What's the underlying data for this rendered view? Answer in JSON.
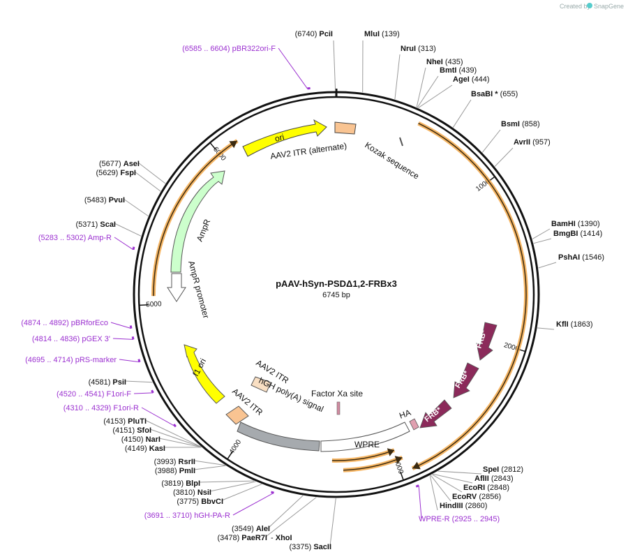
{
  "credit": {
    "created_by": "Created by",
    "brand": "SnapGene"
  },
  "plasmid": {
    "name": "pAAV-hSyn-PSDΔ1,2-FRBx3",
    "length_label": "6745 bp"
  },
  "ticks": [
    "1000",
    "2000",
    "3000",
    "4000",
    "5000",
    "6000"
  ],
  "sites": [
    {
      "name": "PciI",
      "pos": "(6740)"
    },
    {
      "name": "MluI",
      "pos": "(139)"
    },
    {
      "name": "NruI",
      "pos": "(313)"
    },
    {
      "name": "NheI",
      "pos": "(435)"
    },
    {
      "name": "BmtI",
      "pos": "(439)"
    },
    {
      "name": "AgeI",
      "pos": "(444)"
    },
    {
      "name": "BsaBI *",
      "pos": "(655)"
    },
    {
      "name": "BsmI",
      "pos": "(858)"
    },
    {
      "name": "AvrII",
      "pos": "(957)"
    },
    {
      "name": "BamHI",
      "pos": "(1390)"
    },
    {
      "name": "BmgBI",
      "pos": "(1414)"
    },
    {
      "name": "PshAI",
      "pos": "(1546)"
    },
    {
      "name": "KflI",
      "pos": "(1863)"
    },
    {
      "name": "SpeI",
      "pos": "(2812)"
    },
    {
      "name": "AflII",
      "pos": "(2843)"
    },
    {
      "name": "EcoRI",
      "pos": "(2848)"
    },
    {
      "name": "EcoRV",
      "pos": "(2856)"
    },
    {
      "name": "HindIII",
      "pos": "(2860)"
    },
    {
      "name": "SacII",
      "pos": "(3375)"
    },
    {
      "name": "PaeR7I",
      "pos": "(3478)",
      "extra": "- XhoI"
    },
    {
      "name": "AleI",
      "pos": "(3549)"
    },
    {
      "name": "BbvCI",
      "pos": "(3775)"
    },
    {
      "name": "NsiI",
      "pos": "(3810)"
    },
    {
      "name": "BlpI",
      "pos": "(3819)"
    },
    {
      "name": "PmlI",
      "pos": "(3988)"
    },
    {
      "name": "RsrII",
      "pos": "(3993)"
    },
    {
      "name": "KasI",
      "pos": "(4149)"
    },
    {
      "name": "NarI",
      "pos": "(4150)"
    },
    {
      "name": "SfoI",
      "pos": "(4151)"
    },
    {
      "name": "PluTI",
      "pos": "(4153)"
    },
    {
      "name": "PsiI",
      "pos": "(4581)"
    },
    {
      "name": "ScaI",
      "pos": "(5371)"
    },
    {
      "name": "PvuI",
      "pos": "(5483)"
    },
    {
      "name": "FspI",
      "pos": "(5629)"
    },
    {
      "name": "AseI",
      "pos": "(5677)"
    }
  ],
  "primers": [
    {
      "range": "(6585 .. 6604)",
      "name": "pBR322ori-F"
    },
    {
      "range": "(5283 .. 5302)",
      "name": "Amp-R"
    },
    {
      "range": "(4874 .. 4892)",
      "name": "pBRforEco"
    },
    {
      "range": "(4814 .. 4836)",
      "name": "pGEX 3'"
    },
    {
      "range": "(4695 .. 4714)",
      "name": "pRS-marker"
    },
    {
      "range": "(4520 .. 4541)",
      "name": "F1ori-F"
    },
    {
      "range": "(4310 .. 4329)",
      "name": "F1ori-R"
    },
    {
      "range": "(3691 .. 3710)",
      "name": "hGH-PA-R"
    },
    {
      "name": "WPRE-R",
      "range": "(2925 .. 2945)"
    }
  ],
  "features": {
    "ori": "ori",
    "itr_alt": "AAV2 ITR (alternate)",
    "kozak": "Kozak sequence",
    "ampr": "AmpR",
    "ampr_promoter": "AmpR promoter",
    "f1_ori": "f1 ori",
    "itr_a": "AAV2 ITR",
    "itr_b": "AAV2 ITR",
    "hgh_polya": "hGH poly(A) signal",
    "factor_xa": "Factor Xa site",
    "wpre": "WPRE",
    "ha": "HA",
    "frb1": "FRB*",
    "frb2": "FRB*",
    "frb3": "FRB*"
  },
  "colors": {
    "primer": "#9b30d0",
    "orf": "#f4a94a",
    "ori": "#ffff00",
    "ampr": "#ccffcc",
    "itr": "#f9c492",
    "frb": "#8b2a5a",
    "polya": "#a6aaae",
    "wpre": "#ffffff"
  }
}
